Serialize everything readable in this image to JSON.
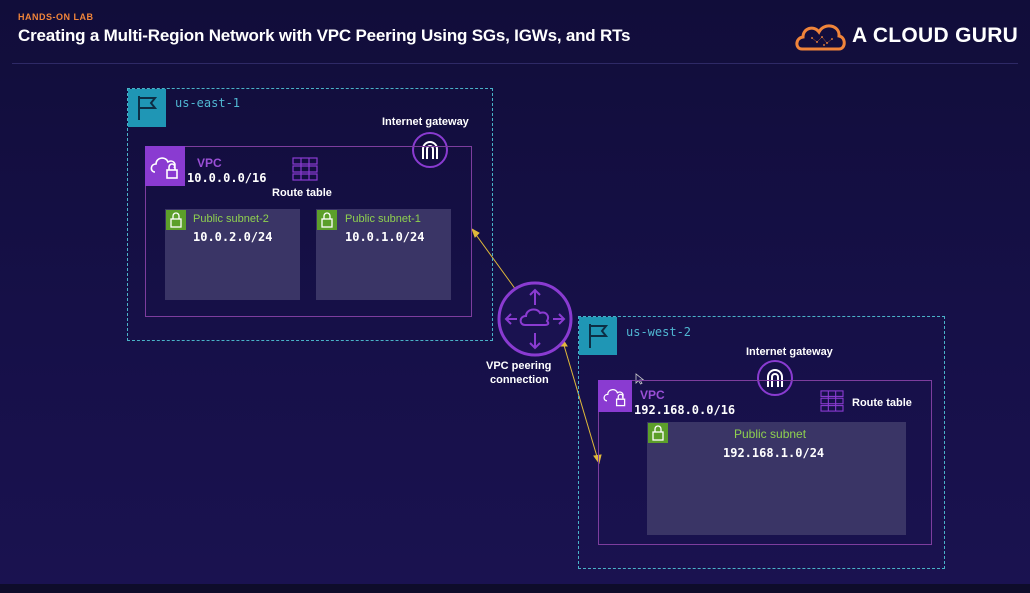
{
  "header": {
    "eyebrow": "HANDS-ON LAB",
    "title": "Creating a Multi-Region Network with VPC Peering Using SGs, IGWs, and RTs",
    "brand": "A CLOUD GURU"
  },
  "east": {
    "region": "us-east-1",
    "igw_label": "Internet gateway",
    "vpc_label": "VPC",
    "vpc_cidr": "10.0.0.0/16",
    "rt_label": "Route table",
    "subnets": [
      {
        "name": "Public subnet-2",
        "cidr": "10.0.2.0/24"
      },
      {
        "name": "Public subnet-1",
        "cidr": "10.0.1.0/24"
      }
    ]
  },
  "west": {
    "region": "us-west-2",
    "igw_label": "Internet gateway",
    "vpc_label": "VPC",
    "vpc_cidr": "192.168.0.0/16",
    "rt_label": "Route table",
    "subnet": {
      "name": "Public subnet",
      "cidr": "192.168.1.0/24"
    }
  },
  "peering": {
    "label_line1": "VPC peering",
    "label_line2": "connection"
  },
  "colors": {
    "accent_orange": "#f0843a",
    "region_border": "#4ab2c8",
    "vpc_purple": "#8a3bd1",
    "subnet_green": "#5c9f2a",
    "connector": "#e0b93a"
  }
}
